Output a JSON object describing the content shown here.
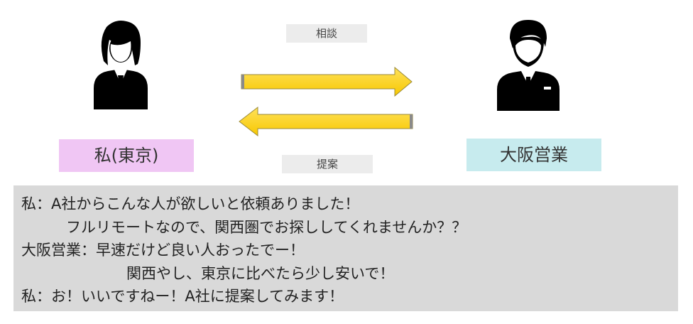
{
  "actions": {
    "consult": "相談",
    "propose": "提案"
  },
  "roles": {
    "me": "私(東京)",
    "osaka": "大阪営業"
  },
  "conversation": {
    "lines": [
      "私：A社からこんな人が欲しいと依頼ありました！",
      "フルリモートなので、関西圏でお探ししてくれませんか？？",
      "大阪営業：早速だけど良い人おったでー！",
      "関西やし、東京に比べたら少し安いで！",
      "私：お！いいですねー！A社に提案してみます！"
    ]
  },
  "colors": {
    "me_box": "#f0c6f4",
    "osaka_box": "#c7ebee",
    "arrow_fill": "#ffd21f",
    "conversation_bg": "#d9d9d9",
    "label_bg": "#ececec"
  },
  "icons": {
    "me": "businesswoman-icon",
    "osaka": "businessman-icon",
    "to_osaka": "arrow-right-icon",
    "to_me": "arrow-left-icon"
  }
}
